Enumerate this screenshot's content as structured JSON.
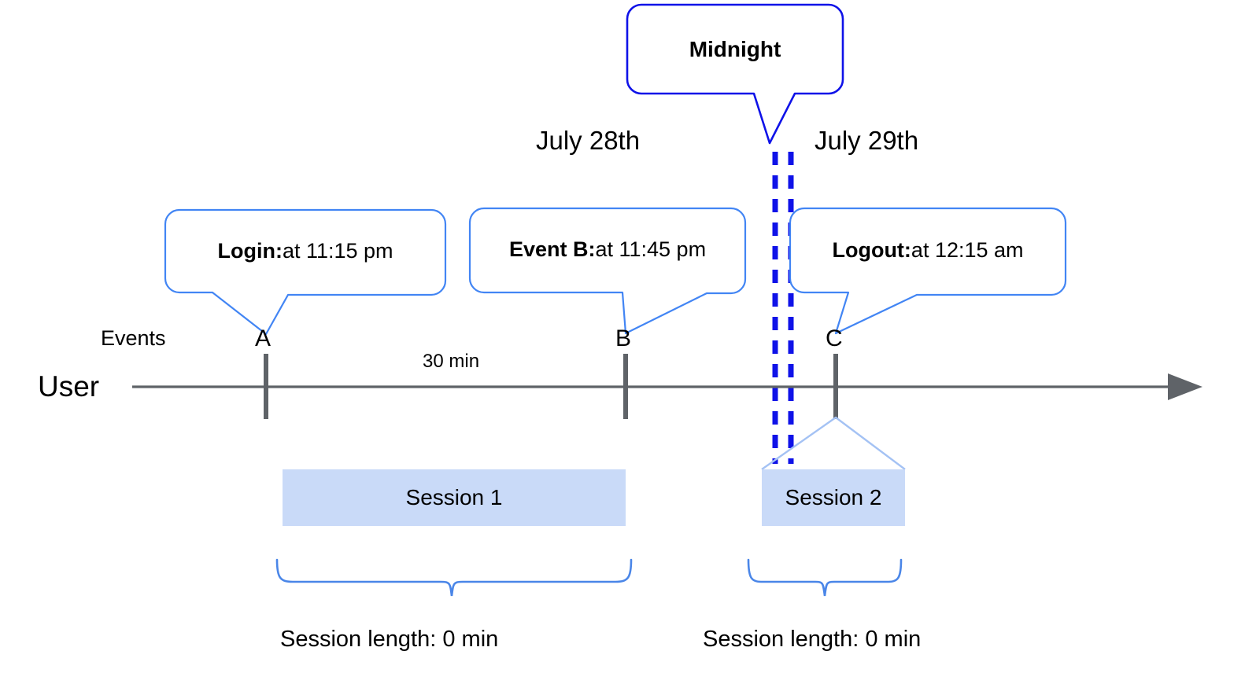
{
  "diagram": {
    "title_callout": {
      "label": "Midnight",
      "border_color": "#0f12e8"
    },
    "dates": [
      {
        "label": "July 28th"
      },
      {
        "label": "July 29th"
      }
    ],
    "event_callouts": [
      {
        "bold": "Login:",
        "rest": " at 11:15 pm",
        "anchor": "A"
      },
      {
        "bold": "Event B:",
        "rest": " at 11:45 pm",
        "anchor": "B"
      },
      {
        "bold": "Logout:",
        "rest": " at 12:15 am",
        "anchor": "C"
      }
    ],
    "row_labels": {
      "events": "Events",
      "user": "User"
    },
    "event_markers": [
      {
        "letter": "A"
      },
      {
        "letter": "B"
      },
      {
        "letter": "C"
      }
    ],
    "gap_label": "30 min",
    "sessions": [
      {
        "label": "Session 1",
        "length_label": "Session length: 0 min"
      },
      {
        "label": "Session 2",
        "length_label": "Session length: 0 min"
      }
    ],
    "colors": {
      "callout_border": "#4285f4",
      "midnight_border": "#0f12e8",
      "midnight_dashes": "#0f12e8",
      "axis": "#5f6368",
      "tick": "#5f6368",
      "session_fill": "#c9daf8",
      "brace": "#4a86e8",
      "connector": "#a4c2f4",
      "text": "#000000"
    }
  }
}
